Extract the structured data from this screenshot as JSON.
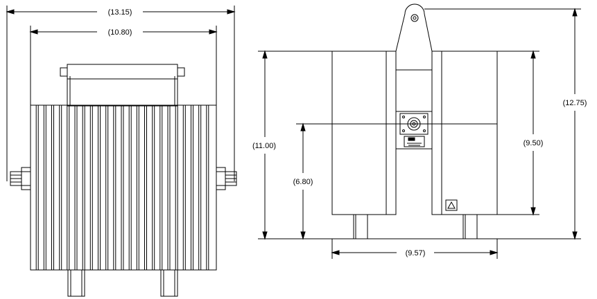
{
  "dimensions": {
    "front_overall_width": "(13.15)",
    "front_body_width": "(10.80)",
    "side_total_height": "(12.75)",
    "side_body_height": "(11.00)",
    "side_connector_height": "(6.80)",
    "side_inner_height": "(9.50)",
    "side_depth": "(9.57)"
  },
  "colors": {
    "line": "#000000",
    "background": "#ffffff"
  }
}
